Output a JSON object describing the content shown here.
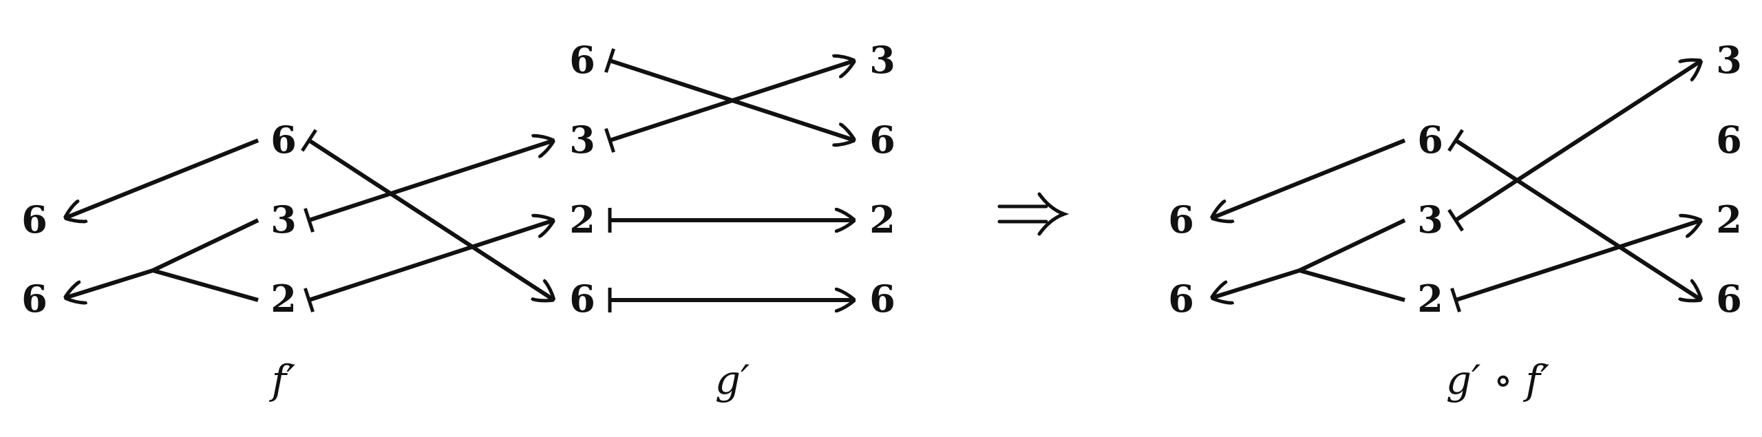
{
  "diagram": {
    "f_prime": {
      "caption": "f′",
      "left": [
        "6",
        "6"
      ],
      "right": [
        "6",
        "3",
        "2"
      ]
    },
    "g_prime": {
      "caption": "g′",
      "left": [
        "6",
        "3",
        "2",
        "6"
      ],
      "right": [
        "3",
        "6",
        "2",
        "6"
      ]
    },
    "implies_symbol": "⇒",
    "composite": {
      "caption": "g′ ∘ f′",
      "left": [
        "6",
        "6"
      ],
      "middle": [
        "6",
        "3",
        "2"
      ],
      "right": [
        "3",
        "6",
        "2",
        "6"
      ]
    }
  }
}
